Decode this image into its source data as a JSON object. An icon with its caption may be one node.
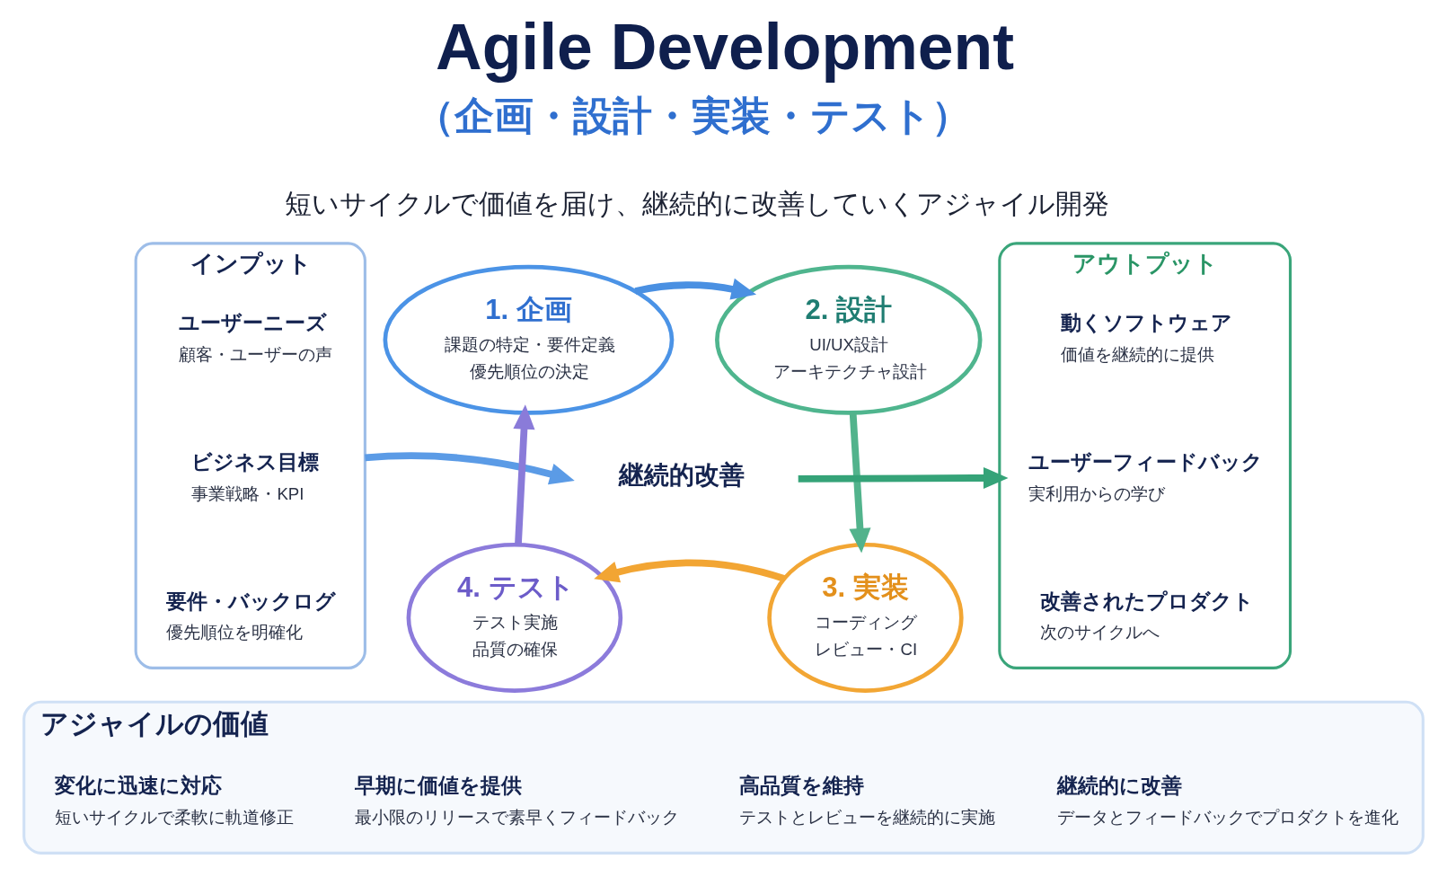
{
  "diagram": {
    "title": "Agile Development",
    "nodes": [
      {
        "text": [
          "インプット"
        ]
      },
      {
        "text": [
          "ユーザーニーズ",
          "顧客・ユーザーの声"
        ],
        "in": 0
      },
      {
        "text": [
          "ビジネス目標",
          "事業戦略・KPI"
        ],
        "in": 0
      },
      {
        "text": [
          "要件・バックログ",
          "優先順位を明確化"
        ],
        "in": 0
      },
      {
        "text": [
          "1. 企画",
          "課題の特定・要件定義",
          "優先順位の決定"
        ]
      },
      {
        "text": [
          "2. 設計",
          "UI/UX設計",
          "アーキテクチャ設計"
        ]
      },
      {
        "text": [
          "3. 実装",
          "コーディング",
          "レビュー・CI"
        ]
      },
      {
        "text": [
          "4. テスト",
          "テスト実施",
          "品質の確保"
        ]
      },
      {
        "text": [
          "アウトプット"
        ]
      },
      {
        "text": [
          "動くソフトウェア",
          "価値を継続的に提供"
        ],
        "in": 8
      },
      {
        "text": [
          "ユーザーフィードバック",
          "実利用からの学び"
        ],
        "in": 8
      },
      {
        "text": [
          "改善されたプロダクト",
          "次のサイクルへ"
        ],
        "in": 8
      },
      {
        "text": [
          "アジャイルの価値"
        ]
      },
      {
        "text": [
          "変化に迅速に対応",
          "短いサイクルで柔軟に軌道修正"
        ],
        "in": 12
      },
      {
        "text": [
          "早期に価値を提供",
          "最小限のリリースで素早くフィードバック"
        ],
        "in": 12
      },
      {
        "text": [
          "高品質を維持",
          "テストとレビューを継続的に実施"
        ],
        "in": 12
      },
      {
        "text": [
          "継続的に改善",
          "データとフィードバックでプロダクトを進化"
        ],
        "in": 12
      }
    ],
    "edges": [
      {
        "from": 4,
        "to": 5,
        "arrow": "to",
        "color": "#4a90e2"
      },
      {
        "from": 5,
        "to": 6,
        "arrow": "to",
        "color": "#52b38c"
      },
      {
        "from": 6,
        "to": 7,
        "arrow": "to",
        "color": "#f2a533"
      },
      {
        "from": 7,
        "to": 4,
        "arrow": "to",
        "color": "#8a7bd9"
      },
      {
        "from": 0,
        "to": null,
        "arrow": "to",
        "color": "#5b9be6"
      },
      {
        "from": null,
        "to": 8,
        "arrow": "to",
        "color": "#35a378"
      }
    ],
    "labels": [
      "（企画・設計・実装・テスト）",
      "短いサイクルで価値を届け、継続的に改善していくアジャイル開発",
      "継続的改善"
    ]
  }
}
